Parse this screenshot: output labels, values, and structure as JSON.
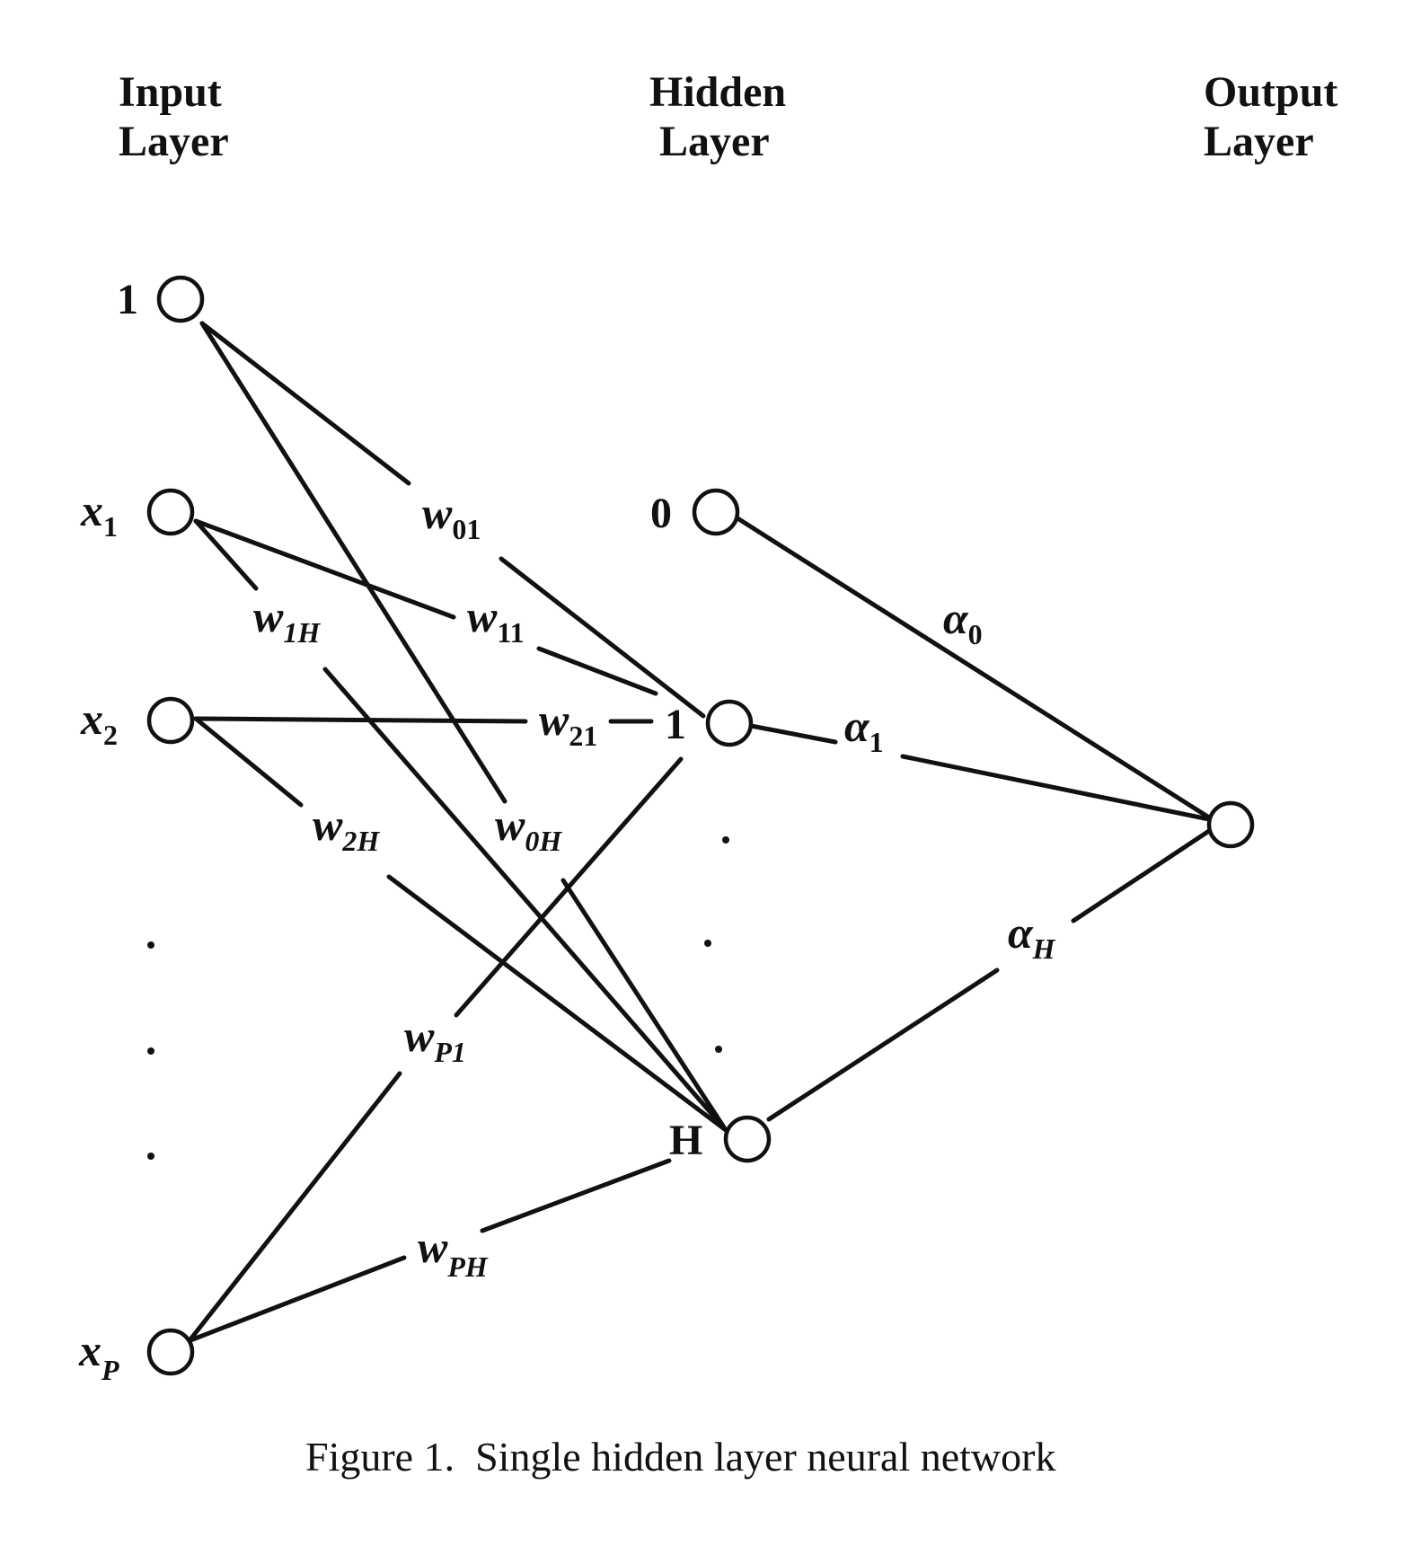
{
  "headers": {
    "input": [
      "Input",
      "Layer"
    ],
    "hidden": [
      "Hidden",
      "Layer"
    ],
    "output": [
      "Output",
      "Layer"
    ]
  },
  "input_nodes": {
    "bias": "1",
    "x1": {
      "base": "x",
      "sub": "1"
    },
    "x2": {
      "base": "x",
      "sub": "2"
    },
    "xP": {
      "base": "x",
      "sub": "P"
    }
  },
  "hidden_nodes": {
    "bias": "0",
    "h1": "1",
    "hH": "H"
  },
  "weights": {
    "w01": {
      "base": "w",
      "sub": "01"
    },
    "w11": {
      "base": "w",
      "sub": "11"
    },
    "w1H": {
      "base": "w",
      "sub": "1H"
    },
    "w21": {
      "base": "w",
      "sub": "21"
    },
    "w2H": {
      "base": "w",
      "sub": "2H"
    },
    "w0H": {
      "base": "w",
      "sub": "0H"
    },
    "wP1": {
      "base": "w",
      "sub": "P1"
    },
    "wPH": {
      "base": "w",
      "sub": "PH"
    }
  },
  "output_weights": {
    "a0": {
      "base": "α",
      "sub": "0"
    },
    "a1": {
      "base": "α",
      "sub": "1"
    },
    "aH": {
      "base": "α",
      "sub": "H"
    }
  },
  "caption": "Figure 1.  Single hidden layer neural network"
}
